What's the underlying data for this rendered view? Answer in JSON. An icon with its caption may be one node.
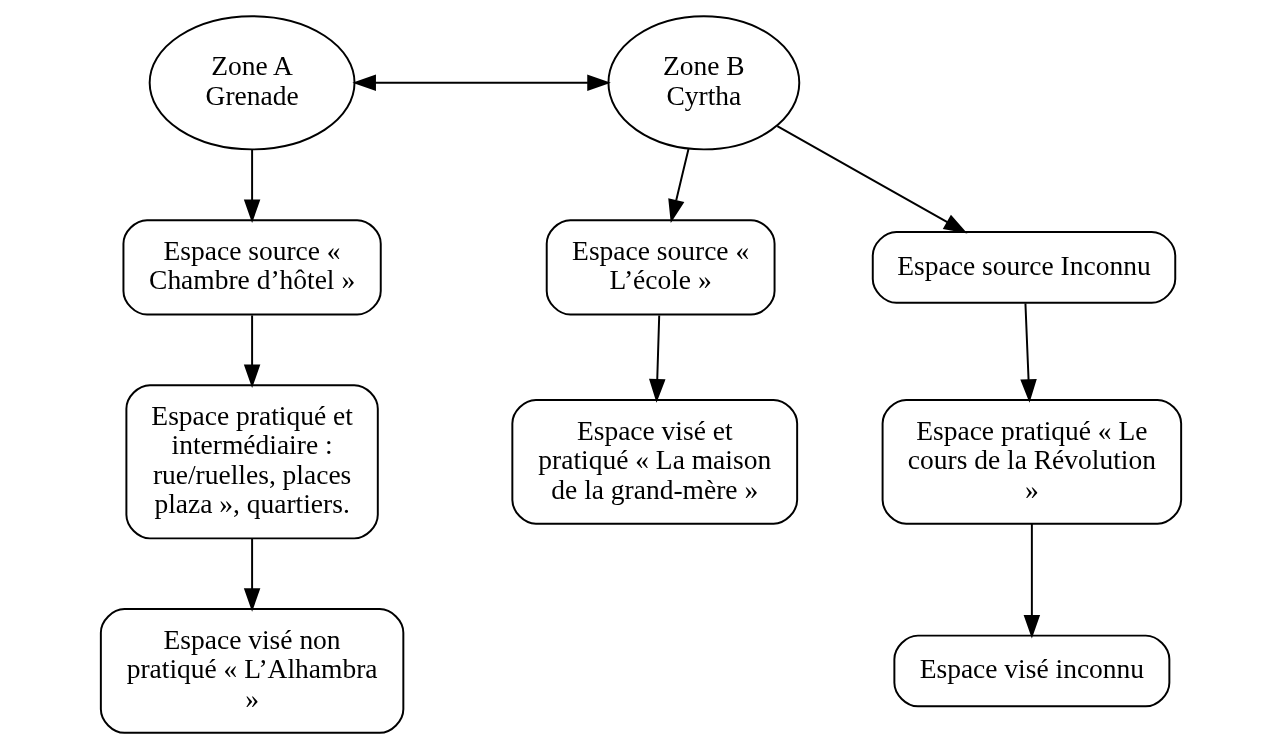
{
  "diagram": {
    "nodes": [
      {
        "text": [
          "Zone A Grenade"
        ]
      },
      {
        "text": [
          "Zone B Cyrtha"
        ]
      },
      {
        "text": [
          "Espace source « Chambre d’hôtel »"
        ]
      },
      {
        "text": [
          "Espace pratiqué et intermédiaire : rue/ruelles, places plaza », quartiers."
        ]
      },
      {
        "text": [
          "Espace visé non pratiqué « L’Alhambra »"
        ]
      },
      {
        "text": [
          "Espace source « L’école »"
        ]
      },
      {
        "text": [
          "Espace visé et pratiqué « La maison de la grand-mère »"
        ]
      },
      {
        "text": [
          "Espace source Inconnu"
        ]
      },
      {
        "text": [
          "Espace pratiqué « Le cours de la Révolution »"
        ]
      },
      {
        "text": [
          "Espace visé inconnu"
        ]
      }
    ],
    "edges": [
      {
        "from": 0,
        "to": 1,
        "arrow": "both"
      },
      {
        "from": 0,
        "to": 2,
        "arrow": "to"
      },
      {
        "from": 2,
        "to": 3,
        "arrow": "to"
      },
      {
        "from": 3,
        "to": 4,
        "arrow": "to"
      },
      {
        "from": 1,
        "to": 5,
        "arrow": "to"
      },
      {
        "from": 1,
        "to": 7,
        "arrow": "to"
      },
      {
        "from": 5,
        "to": 6,
        "arrow": "to"
      },
      {
        "from": 7,
        "to": 8,
        "arrow": "to"
      },
      {
        "from": 8,
        "to": 9,
        "arrow": "to"
      }
    ]
  }
}
